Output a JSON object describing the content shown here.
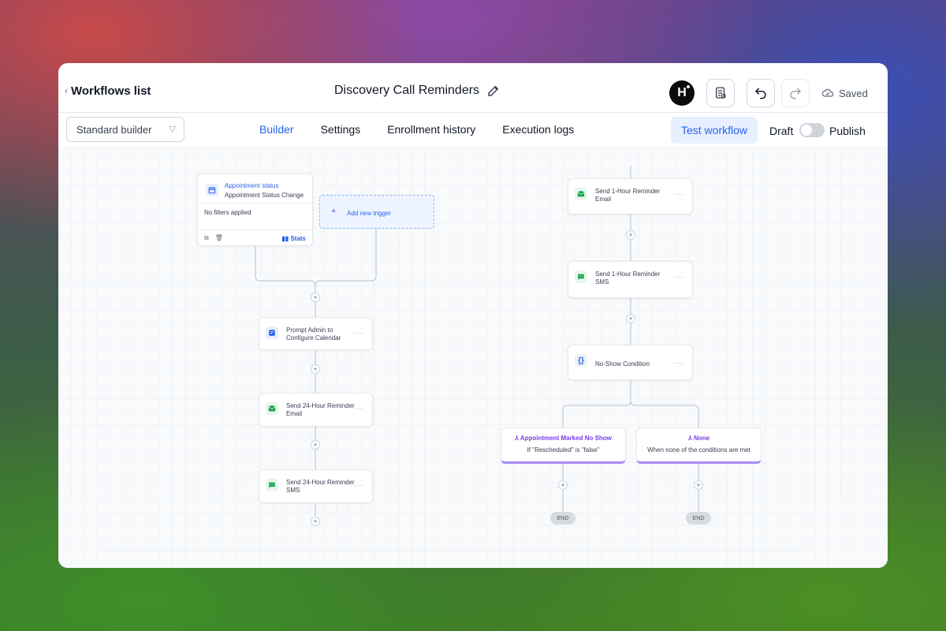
{
  "header": {
    "back_label": "Workflows list",
    "title": "Discovery Call Reminders",
    "avatar_letter": "H",
    "saved_label": "Saved"
  },
  "toolbar": {
    "builder_select_value": "Standard builder",
    "tabs": [
      {
        "label": "Builder"
      },
      {
        "label": "Settings"
      },
      {
        "label": "Enrollment history"
      },
      {
        "label": "Execution logs"
      }
    ],
    "test_label": "Test workflow",
    "draft_label": "Draft",
    "publish_label": "Publish"
  },
  "trigger": {
    "title": "Appointment status",
    "subtitle": "Appointment Status Change",
    "filters": "No filters applied",
    "stats_label": "Stats",
    "add_label": "Add new trigger"
  },
  "left_steps": [
    {
      "line1": "Prompt Admin to",
      "line2": "Configure Calendar"
    },
    {
      "line1": "Send 24-Hour Reminder",
      "line2": "Email"
    },
    {
      "line1": "Send 24-Hour Reminder",
      "line2": "SMS"
    }
  ],
  "right_steps": [
    {
      "line1": "Send 1-Hour Reminder",
      "line2": "Email"
    },
    {
      "line1": "Send 1-Hour Reminder",
      "line2": "SMS"
    },
    {
      "line1": "No-Show Condition",
      "line2": ""
    }
  ],
  "branches": [
    {
      "title": "Appointment Marked No Show",
      "subtitle": "If \"Rescheduled\" is \"false\""
    },
    {
      "title": "None",
      "subtitle": "When none of the conditions are met"
    }
  ],
  "end_label": "END",
  "colors": {
    "accent": "#2563eb",
    "branch": "#7c3aed",
    "email_green": "#16a34a"
  }
}
